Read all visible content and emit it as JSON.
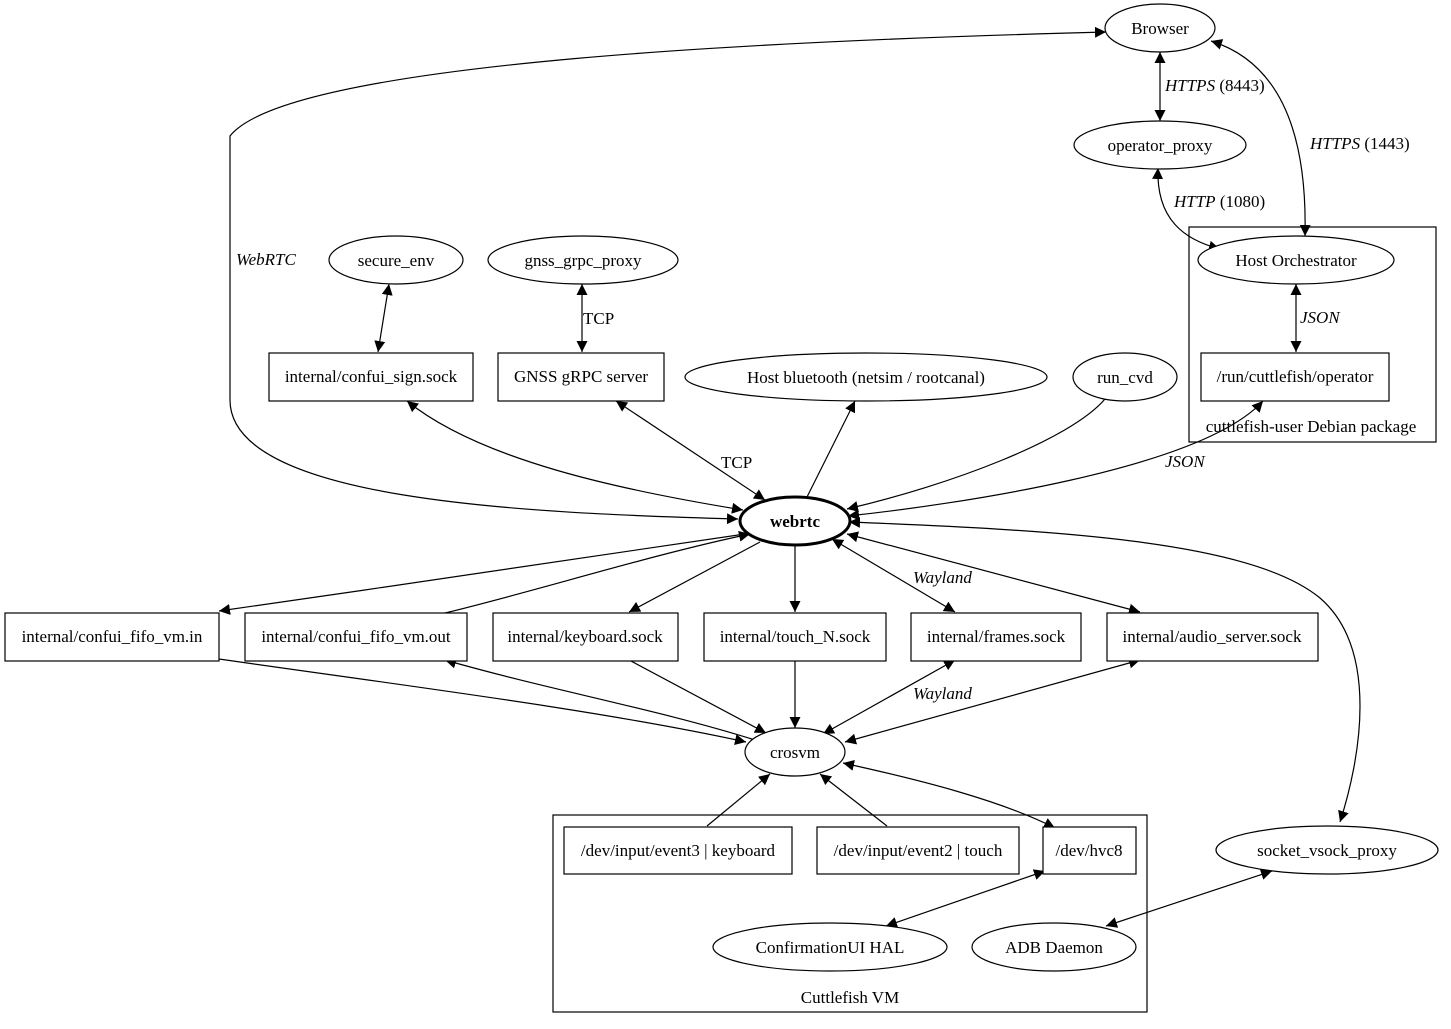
{
  "clusters": {
    "cuttlefish_user": {
      "label": "cuttlefish-user Debian package"
    },
    "cuttlefish_vm": {
      "label": "Cuttlefish VM"
    }
  },
  "nodes": {
    "browser": "Browser",
    "operator_proxy": "operator_proxy",
    "host_orchestrator": "Host Orchestrator",
    "run_operator": "/run/cuttlefish/operator",
    "secure_env": "secure_env",
    "gnss_grpc_proxy": "gnss_grpc_proxy",
    "confui_sign_sock": "internal/confui_sign.sock",
    "gnss_grpc_server": "GNSS gRPC server",
    "host_bluetooth": "Host bluetooth (netsim / rootcanal)",
    "run_cvd": "run_cvd",
    "webrtc": "webrtc",
    "confui_fifo_vm_in": "internal/confui_fifo_vm.in",
    "confui_fifo_vm_out": "internal/confui_fifo_vm.out",
    "keyboard_sock": "internal/keyboard.sock",
    "touch_sock": "internal/touch_N.sock",
    "frames_sock": "internal/frames.sock",
    "audio_server_sock": "internal/audio_server.sock",
    "crosvm": "crosvm",
    "dev_input_event3": "/dev/input/event3 | keyboard",
    "dev_input_event2": "/dev/input/event2 | touch",
    "dev_hvc8": "/dev/hvc8",
    "confirmationui_hal": "ConfirmationUI HAL",
    "adb_daemon": "ADB Daemon",
    "socket_vsock_proxy": "socket_vsock_proxy"
  },
  "edge_labels": {
    "browser_operator": {
      "proto": "HTTPS",
      "port": " (8443)"
    },
    "browser_orchestrator": {
      "proto": "HTTPS",
      "port": " (1443)"
    },
    "operator_orchestrator": {
      "proto": "HTTP",
      "port": " (1080)"
    },
    "orchestrator_run_operator": {
      "proto": "JSON"
    },
    "run_operator_webrtc": {
      "proto": "JSON"
    },
    "browser_webrtc": {
      "proto": "WebRTC"
    },
    "gnss_proxy_server": "TCP",
    "gnss_server_webrtc": "TCP",
    "webrtc_frames": {
      "proto": "Wayland"
    },
    "frames_crosvm": {
      "proto": "Wayland"
    }
  }
}
